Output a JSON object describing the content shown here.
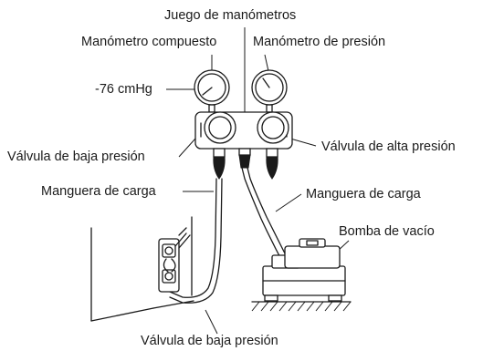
{
  "labels": {
    "gauge_set": "Juego de manómetros",
    "compound_gauge": "Manómetro compuesto",
    "pressure_gauge": "Manómetro de presión",
    "vacuum_reading": "-76 cmHg",
    "low_valve_manifold": "Válvula de baja presión",
    "high_valve_manifold": "Válvula de alta presión",
    "charge_hose_left": "Manguera de carga",
    "charge_hose_right": "Manguera de carga",
    "vacuum_pump": "Bomba de vacío",
    "low_valve_unit": "Válvula de baja presión"
  }
}
